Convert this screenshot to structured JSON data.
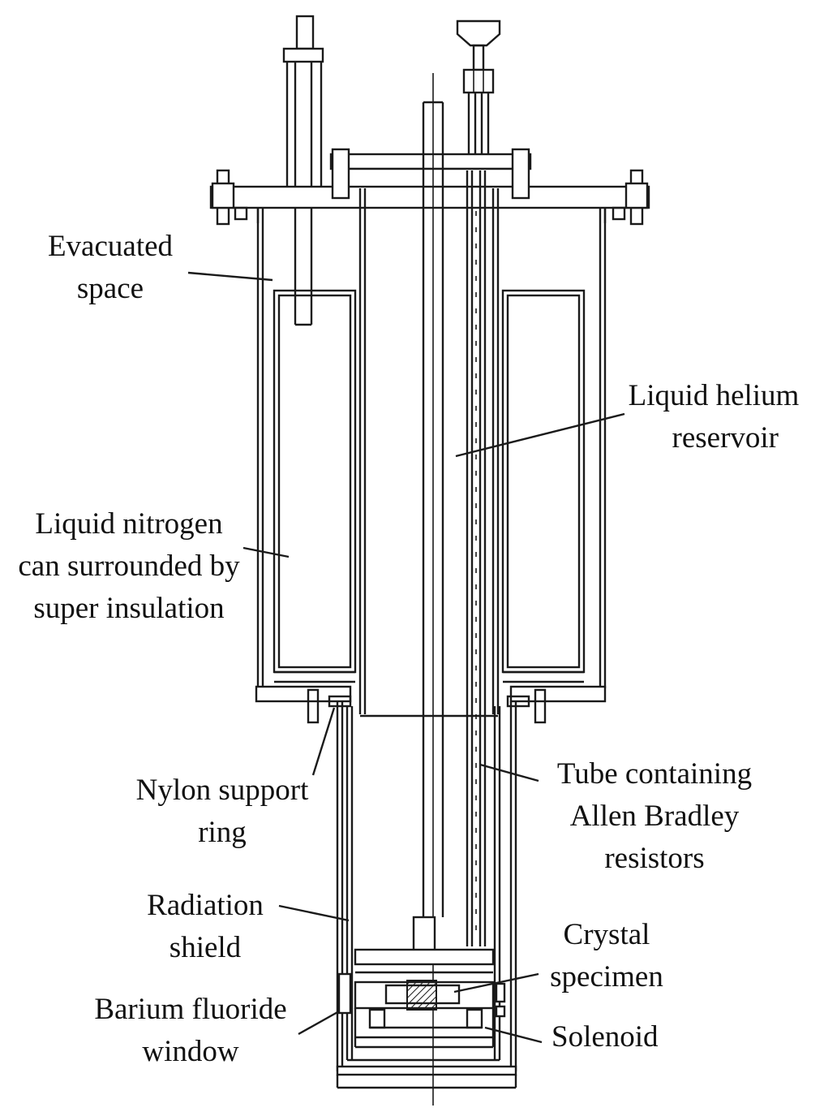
{
  "labels": {
    "evacuated_space": [
      "Evacuated",
      "space"
    ],
    "liquid_helium_reservoir": [
      "Liquid helium",
      "reservoir"
    ],
    "liquid_nitrogen_can": [
      "Liquid nitrogen",
      "can surrounded by",
      "super insulation"
    ],
    "nylon_support_ring": [
      "Nylon support",
      "ring"
    ],
    "tube_containing_resistors": [
      "Tube containing",
      "Allen Bradley",
      "resistors"
    ],
    "radiation_shield": [
      "Radiation",
      "shield"
    ],
    "crystal_specimen": [
      "Crystal",
      "specimen"
    ],
    "barium_fluoride_window": [
      "Barium fluoride",
      "window"
    ],
    "solenoid": [
      "Solenoid"
    ]
  },
  "colors": {
    "ink": "#1a1a1a",
    "background": "#ffffff"
  }
}
